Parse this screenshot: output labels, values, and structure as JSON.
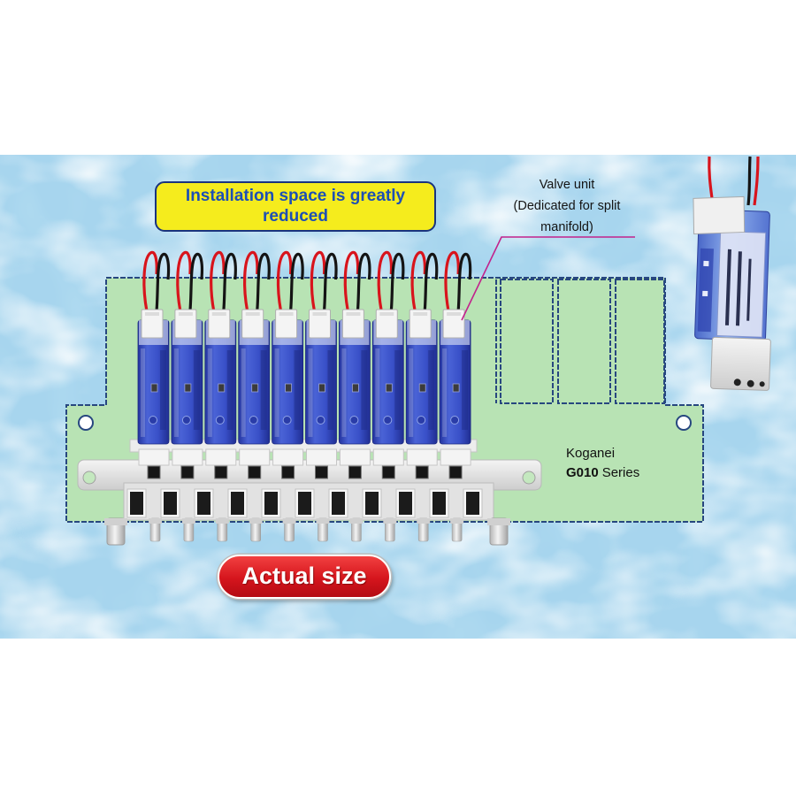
{
  "callouts": {
    "space_note": [
      "Installation space is greatly",
      "reduced"
    ],
    "valve_unit": [
      "Valve unit",
      "(Dedicated for split",
      "manifold)"
    ]
  },
  "product": {
    "brand": "Koganei",
    "model": "G010",
    "series_word": "Series"
  },
  "badge": {
    "label": "Actual size"
  },
  "colors": {
    "background_band": "#a7d5ee",
    "footprint_area": "#b8e3b4",
    "footprint_outline": "#27477f",
    "callout_fill": "#f5ec1d",
    "callout_text": "#1d4fb5",
    "badge_fill": "#d5151d",
    "leader_line": "#c2228c",
    "valve_body": "#3950c8",
    "wire_red": "#d8141c",
    "wire_black": "#141414"
  }
}
